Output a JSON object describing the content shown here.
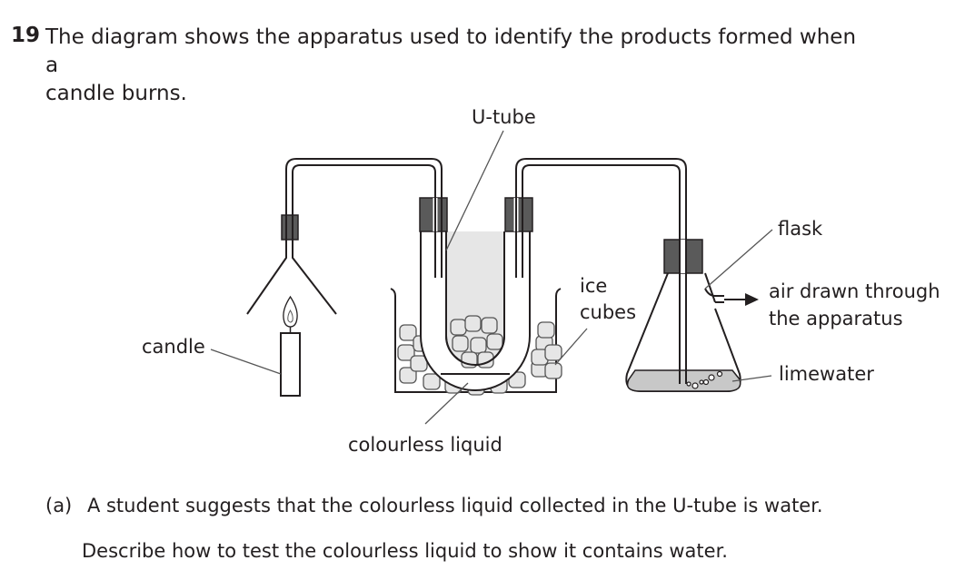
{
  "question": {
    "number": "19",
    "stem_line1": "The diagram shows the apparatus used to identify the products formed when a",
    "stem_line2": "candle burns."
  },
  "diagram": {
    "labels": {
      "u_tube": "U-tube",
      "candle": "candle",
      "ice_line1": "ice",
      "ice_line2": "cubes",
      "flask": "flask",
      "air_line1": "air drawn through",
      "air_line2": "the apparatus",
      "limewater": "limewater",
      "colourless_liquid": "colourless liquid"
    },
    "colors": {
      "line": "#231f20",
      "bung": "#5a5a5a",
      "limewater": "#c8c8c8",
      "ice": "#e6e6e6"
    }
  },
  "part_a": {
    "label": "(a)",
    "statement": "A student suggests that the colourless liquid collected in the U-tube is water.",
    "instruction": "Describe how to test the colourless liquid to show it contains water."
  }
}
